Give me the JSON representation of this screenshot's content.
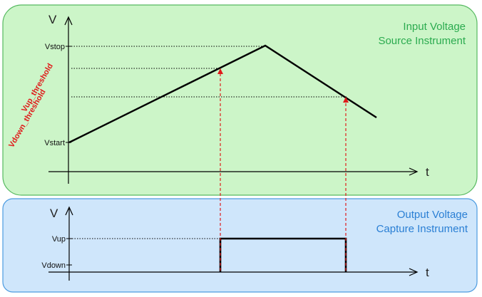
{
  "colors": {
    "input_panel_fill": "#ccf5c8",
    "input_panel_stroke": "#56b960",
    "input_title": "#2bab4f",
    "output_panel_fill": "#cfe6fb",
    "output_panel_stroke": "#4c9be0",
    "output_title": "#2a7fd4",
    "threshold": "#e01b1b",
    "waveform": "#000000"
  },
  "input_panel": {
    "title_line1": "Input Voltage",
    "title_line2": "Source Instrument",
    "y_axis": "V",
    "x_axis": "t",
    "levels": {
      "vstop": "Vstop",
      "vstart": "Vstart"
    },
    "thresholds": {
      "up": "Vup_threshold",
      "down": "Vdown_threshold"
    }
  },
  "output_panel": {
    "title_line1": "Output Voltage",
    "title_line2": "Capture Instrument",
    "y_axis": "V",
    "x_axis": "t",
    "levels": {
      "vup": "Vup",
      "vdown": "Vdown"
    }
  }
}
